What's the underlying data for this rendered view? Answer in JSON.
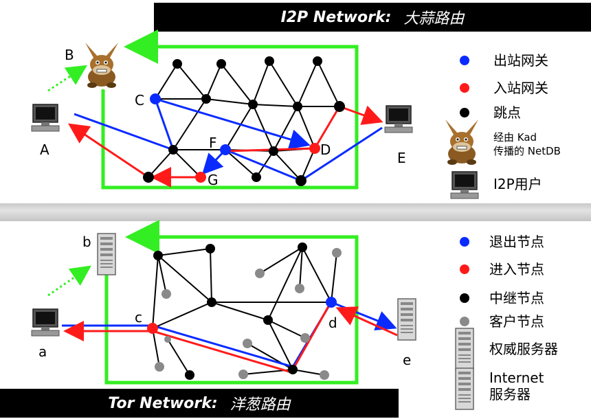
{
  "i2p": {
    "title_en": "I2P Network:",
    "title_zh": "大蒜路由",
    "labels": {
      "A": "A",
      "B": "B",
      "C": "C",
      "D": "D",
      "E": "E",
      "F": "F",
      "G": "G"
    },
    "legend": {
      "outbound": "出站网关",
      "inbound": "入站网关",
      "hop": "跳点",
      "netdb": "经由 Kad\n传播的 NetDB",
      "user": "I2P用户"
    },
    "colors": {
      "outbound": "#0a2bff",
      "inbound": "#ff1a1a",
      "hop": "#000000",
      "border": "#33ee22"
    }
  },
  "tor": {
    "title_en": "Tor Network:",
    "title_zh": "洋葱路由",
    "labels": {
      "a": "a",
      "b": "b",
      "c": "c",
      "d": "d",
      "e": "e"
    },
    "legend": {
      "exit": "退出节点",
      "entry": "进入节点",
      "relay": "中继节点",
      "client": "客户节点",
      "authority": "权威服务器",
      "internet": "Internet\n服务器"
    },
    "colors": {
      "client": "#8a8a8a"
    }
  }
}
